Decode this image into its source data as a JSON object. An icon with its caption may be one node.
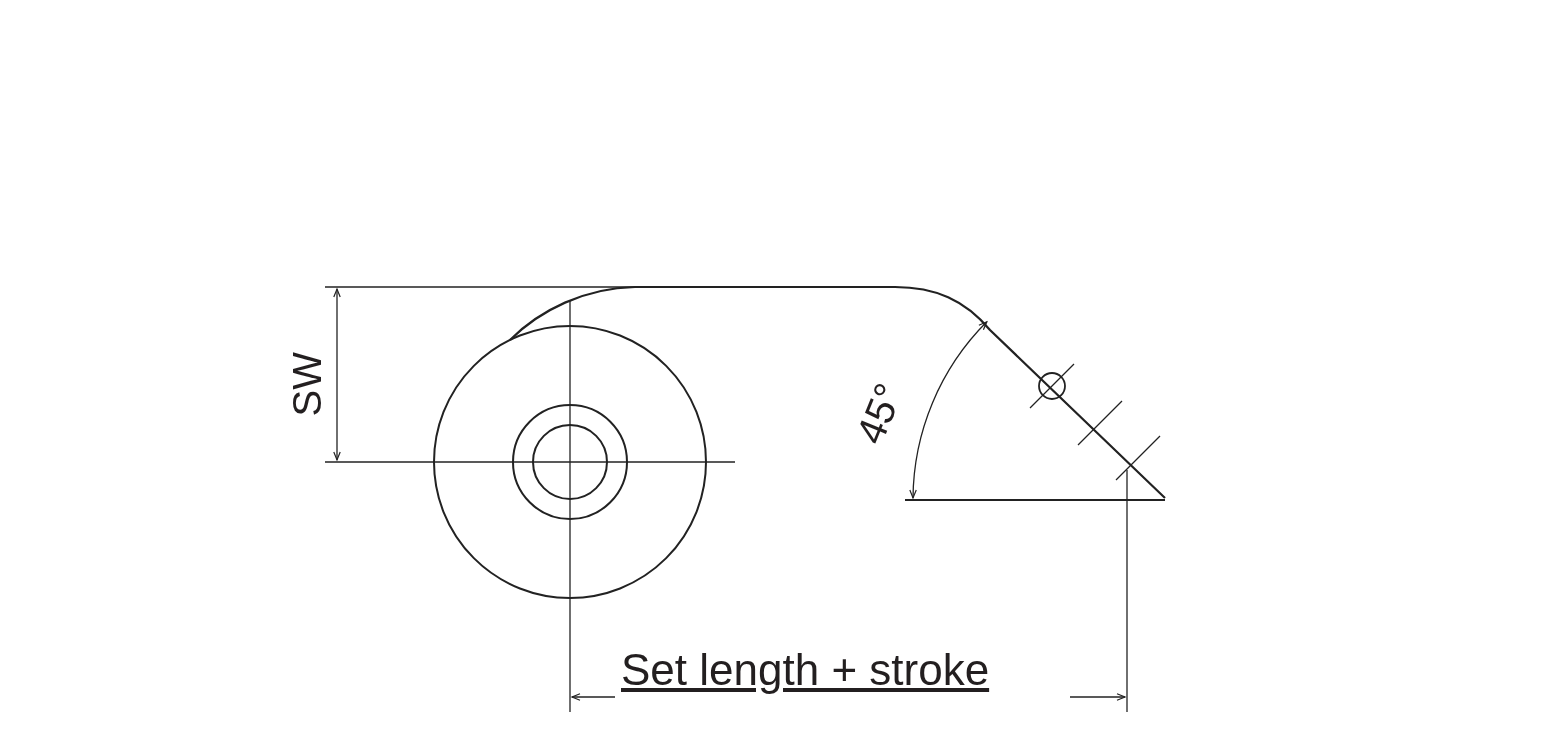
{
  "diagram": {
    "labels": [
      "SW",
      "45°",
      "Set length + stroke"
    ]
  }
}
